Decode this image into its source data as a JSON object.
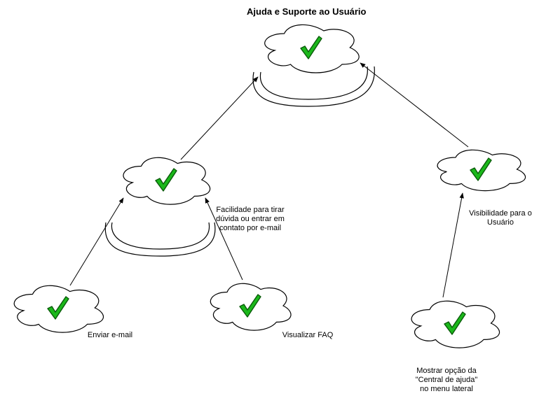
{
  "title": "Ajuda e Suporte ao Usuário",
  "labels": {
    "left_goal": [
      "Facilidade para tirar",
      "dúvida ou entrar em",
      "contato por e-mail"
    ],
    "right_goal": [
      "Visibilidade para o",
      "Usuário"
    ],
    "email": "Enviar e-mail",
    "faq": "Visualizar FAQ",
    "menu": [
      "Mostrar opção da",
      "\"Central de ajuda\"",
      "no menu lateral"
    ]
  },
  "nodes": [
    {
      "id": "root",
      "status": "satisfied"
    },
    {
      "id": "left-goal",
      "status": "satisfied"
    },
    {
      "id": "right-goal",
      "status": "satisfied"
    },
    {
      "id": "email-task",
      "status": "satisfied"
    },
    {
      "id": "faq-task",
      "status": "satisfied"
    },
    {
      "id": "menu-task",
      "status": "satisfied"
    }
  ],
  "colors": {
    "check": "#1bb81b",
    "check_stroke": "#0a5a0a",
    "line": "#000000"
  }
}
